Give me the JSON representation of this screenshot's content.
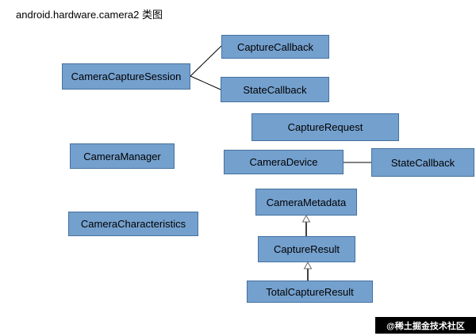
{
  "title": "android.hardware.camera2 类图",
  "nodes": {
    "camera_capture_session": "CameraCaptureSession",
    "capture_callback": "CaptureCallback",
    "state_callback_session": "StateCallback",
    "capture_request": "CaptureRequest",
    "camera_manager": "CameraManager",
    "camera_device": "CameraDevice",
    "state_callback_device": "StateCallback",
    "camera_characteristics": "CameraCharacteristics",
    "camera_metadata": "CameraMetadata",
    "capture_result": "CaptureResult",
    "total_capture_result": "TotalCaptureResult"
  },
  "edges": [
    {
      "from": "CameraCaptureSession",
      "to": "CaptureCallback",
      "type": "association"
    },
    {
      "from": "CameraCaptureSession",
      "to": "StateCallback",
      "type": "association"
    },
    {
      "from": "CameraDevice",
      "to": "StateCallback",
      "type": "association"
    },
    {
      "from": "CaptureResult",
      "to": "CameraMetadata",
      "type": "inheritance"
    },
    {
      "from": "TotalCaptureResult",
      "to": "CaptureResult",
      "type": "inheritance"
    }
  ],
  "colors": {
    "box_fill": "#74a0ce",
    "box_border": "#44719f",
    "connector": "#000000",
    "watermark_bg": "#000000",
    "watermark_text": "#ffffff"
  },
  "watermark": {
    "text": "@稀土掘金技术社区"
  }
}
